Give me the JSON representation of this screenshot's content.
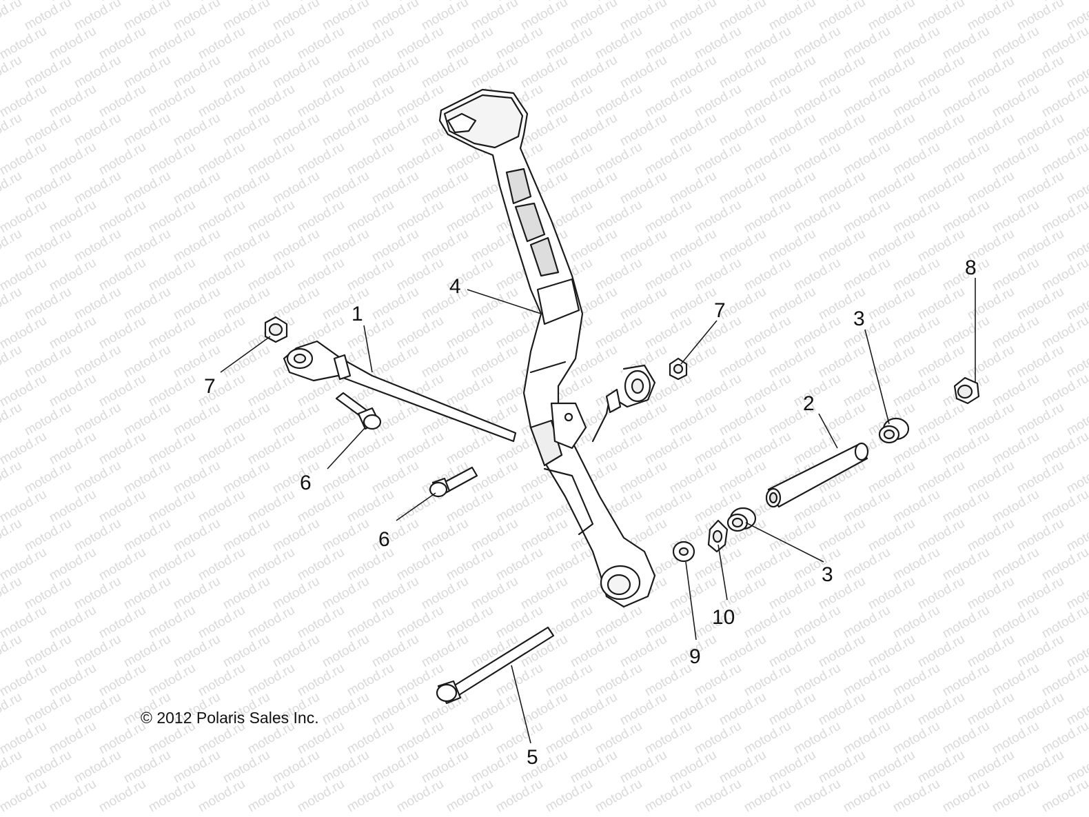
{
  "diagram": {
    "watermark": "motod.ru",
    "copyright": "© 2012 Polaris Sales Inc.",
    "callouts": [
      "1",
      "2",
      "3",
      "3",
      "4",
      "5",
      "6",
      "6",
      "7",
      "7",
      "8",
      "9",
      "10"
    ],
    "parts": [
      {
        "ref": "1",
        "name": "shift-linkage-rod-icon"
      },
      {
        "ref": "2",
        "name": "pivot-tube-icon"
      },
      {
        "ref": "3",
        "name": "bushing-icon"
      },
      {
        "ref": "4",
        "name": "shift-lever-icon"
      },
      {
        "ref": "5",
        "name": "long-bolt-icon"
      },
      {
        "ref": "6",
        "name": "flange-bolt-icon"
      },
      {
        "ref": "7",
        "name": "flange-nut-icon"
      },
      {
        "ref": "8",
        "name": "flange-nut-icon"
      },
      {
        "ref": "9",
        "name": "washer-icon"
      },
      {
        "ref": "10",
        "name": "wave-washer-icon"
      }
    ]
  }
}
